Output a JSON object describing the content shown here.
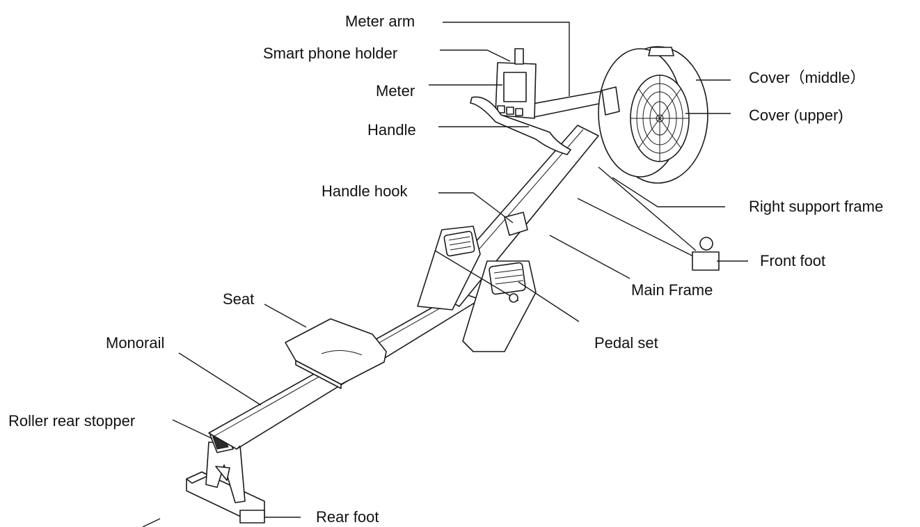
{
  "diagram": {
    "labels": {
      "meter_arm": "Meter arm",
      "smart_phone_holder": "Smart phone holder",
      "meter": "Meter",
      "handle": "Handle",
      "handle_hook": "Handle hook",
      "cover_middle": "Cover（middle）",
      "cover_upper": "Cover (upper)",
      "right_support_frame": "Right support frame",
      "front_foot": "Front foot",
      "main_frame": "Main Frame",
      "seat": "Seat",
      "monorail": "Monorail",
      "pedal_set": "Pedal set",
      "roller_rear_stopper": "Roller rear stopper",
      "rear_foot": "Rear foot"
    }
  }
}
